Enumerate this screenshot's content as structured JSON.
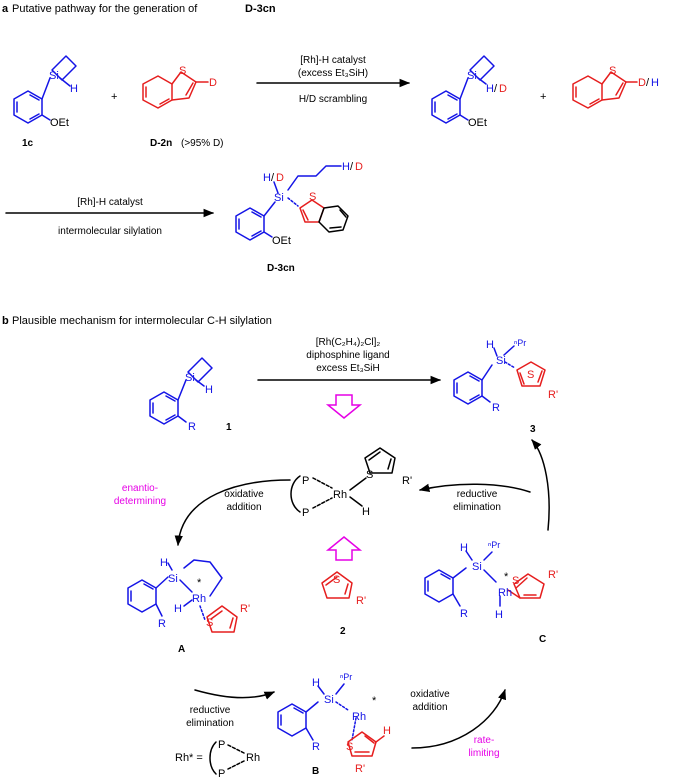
{
  "panel_a": {
    "label": "a",
    "title_prefix": "Putative pathway for the generation of",
    "title_compound": "D-3cn",
    "step1_reagent": "[Rh]-H catalyst",
    "step1_excess": "(excess Et₃SiH)",
    "step1_label": "H/D scrambling",
    "step2_reagent": "[Rh]-H catalyst",
    "step2_label": "intermolecular  silylation",
    "plus": "+",
    "atoms": {
      "Si": "Si",
      "H": "H",
      "S": "S",
      "D": "D",
      "OEt": "OEt",
      "HD": "H/D"
    },
    "compound_1c": "1c",
    "compound_D2n": "D-2n",
    "compound_D2n_note": "(>95% D)",
    "compound_D3cn": "D-3cn"
  },
  "panel_b": {
    "label": "b",
    "title": "Plausible mechanism for intermolecular C-H silylation",
    "top_reagent_1": "[Rh(C₂H₄)₂Cl]₂",
    "top_reagent_2": "diphosphine  ligand",
    "top_reagent_3": "excess  Et₃SiH",
    "compound_1": "1",
    "compound_2": "2",
    "compound_3": "3",
    "intermediate_A": "A",
    "intermediate_B": "B",
    "intermediate_C": "C",
    "step_oxidative_addition": [
      "oxidative",
      "addition"
    ],
    "step_reductive_elimination_top": [
      "reductive",
      "elimination"
    ],
    "step_reductive_elimination_bottom": [
      "reductive",
      "elimination"
    ],
    "step_oxidative_addition_bottom": [
      "oxidative",
      "addition"
    ],
    "enantio_label": [
      "enantio-",
      "determining"
    ],
    "rate_label": [
      "rate-",
      "limiting"
    ],
    "atoms": {
      "Si": "Si",
      "H": "H",
      "S": "S",
      "R": "R",
      "Rprime": "R'",
      "Rh": "Rh",
      "P": "P",
      "nPr": "ⁿPr",
      "star": "*"
    },
    "rh_star_def": "Rh* =",
    "colors": {
      "blue": "#1414e6",
      "red": "#e61e1e",
      "magenta": "#e600e6",
      "black": "#000000"
    }
  }
}
